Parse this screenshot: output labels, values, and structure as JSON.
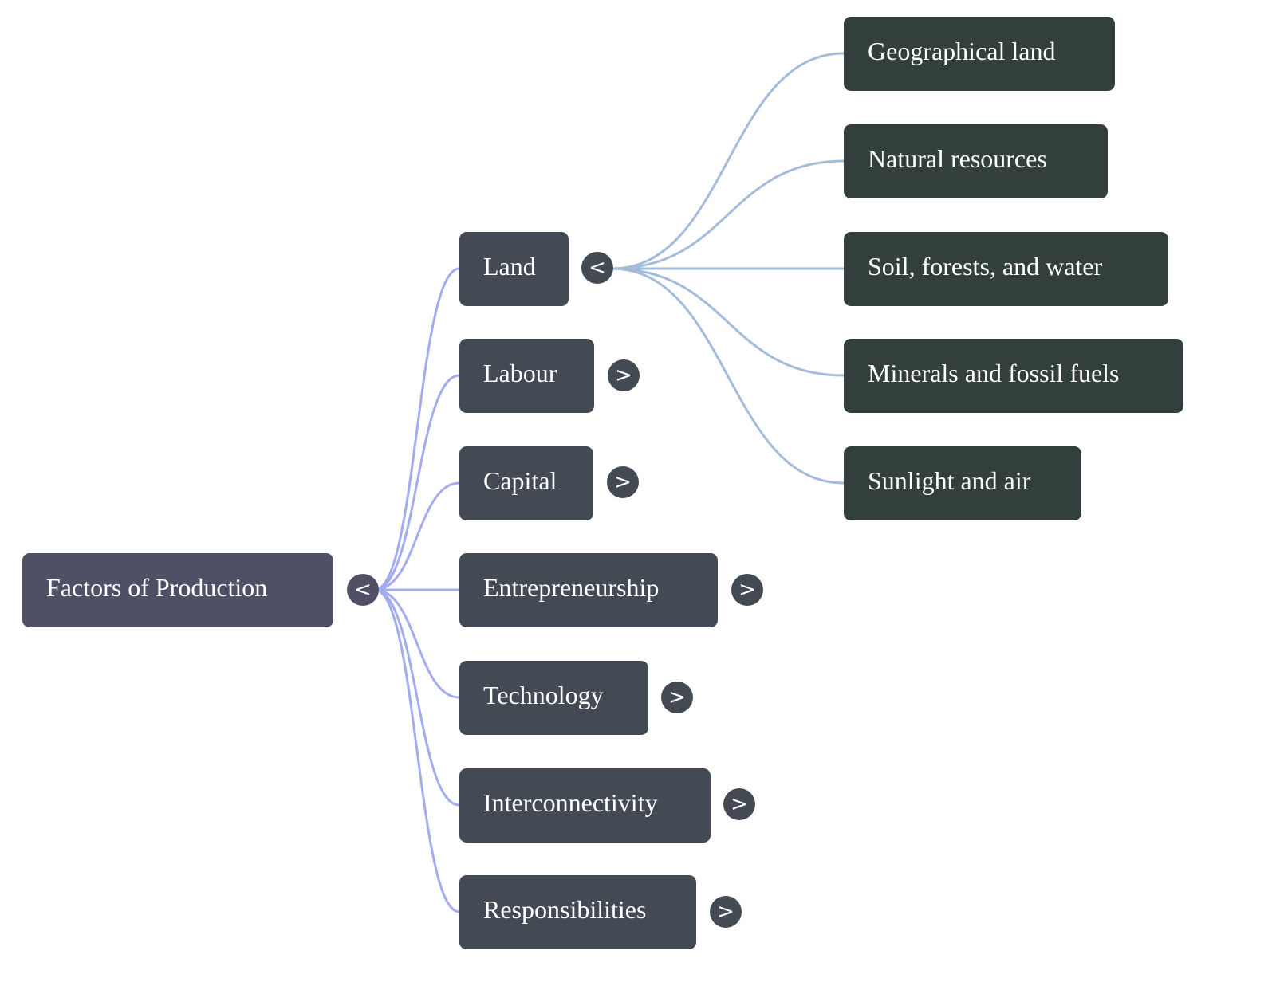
{
  "colors": {
    "root_node": "#4f5066",
    "level1_node": "#434a53",
    "level2_node": "#333f3c",
    "root_links": "#a3acf0",
    "land_links": "#a4bcd9",
    "text": "#ffffff"
  },
  "root": {
    "label": "Factors of Production",
    "toggle": "<",
    "expanded": true
  },
  "children": [
    {
      "label": "Land",
      "toggle": "<",
      "expanded": true,
      "children": [
        {
          "label": "Geographical land"
        },
        {
          "label": "Natural resources"
        },
        {
          "label": "Soil, forests, and water"
        },
        {
          "label": "Minerals and fossil fuels"
        },
        {
          "label": "Sunlight and air"
        }
      ]
    },
    {
      "label": "Labour",
      "toggle": ">",
      "expanded": false
    },
    {
      "label": "Capital",
      "toggle": ">",
      "expanded": false
    },
    {
      "label": "Entrepreneurship",
      "toggle": ">",
      "expanded": false
    },
    {
      "label": "Technology",
      "toggle": ">",
      "expanded": false
    },
    {
      "label": "Interconnectivity",
      "toggle": ">",
      "expanded": false
    },
    {
      "label": "Responsibilities",
      "toggle": ">",
      "expanded": false
    }
  ]
}
